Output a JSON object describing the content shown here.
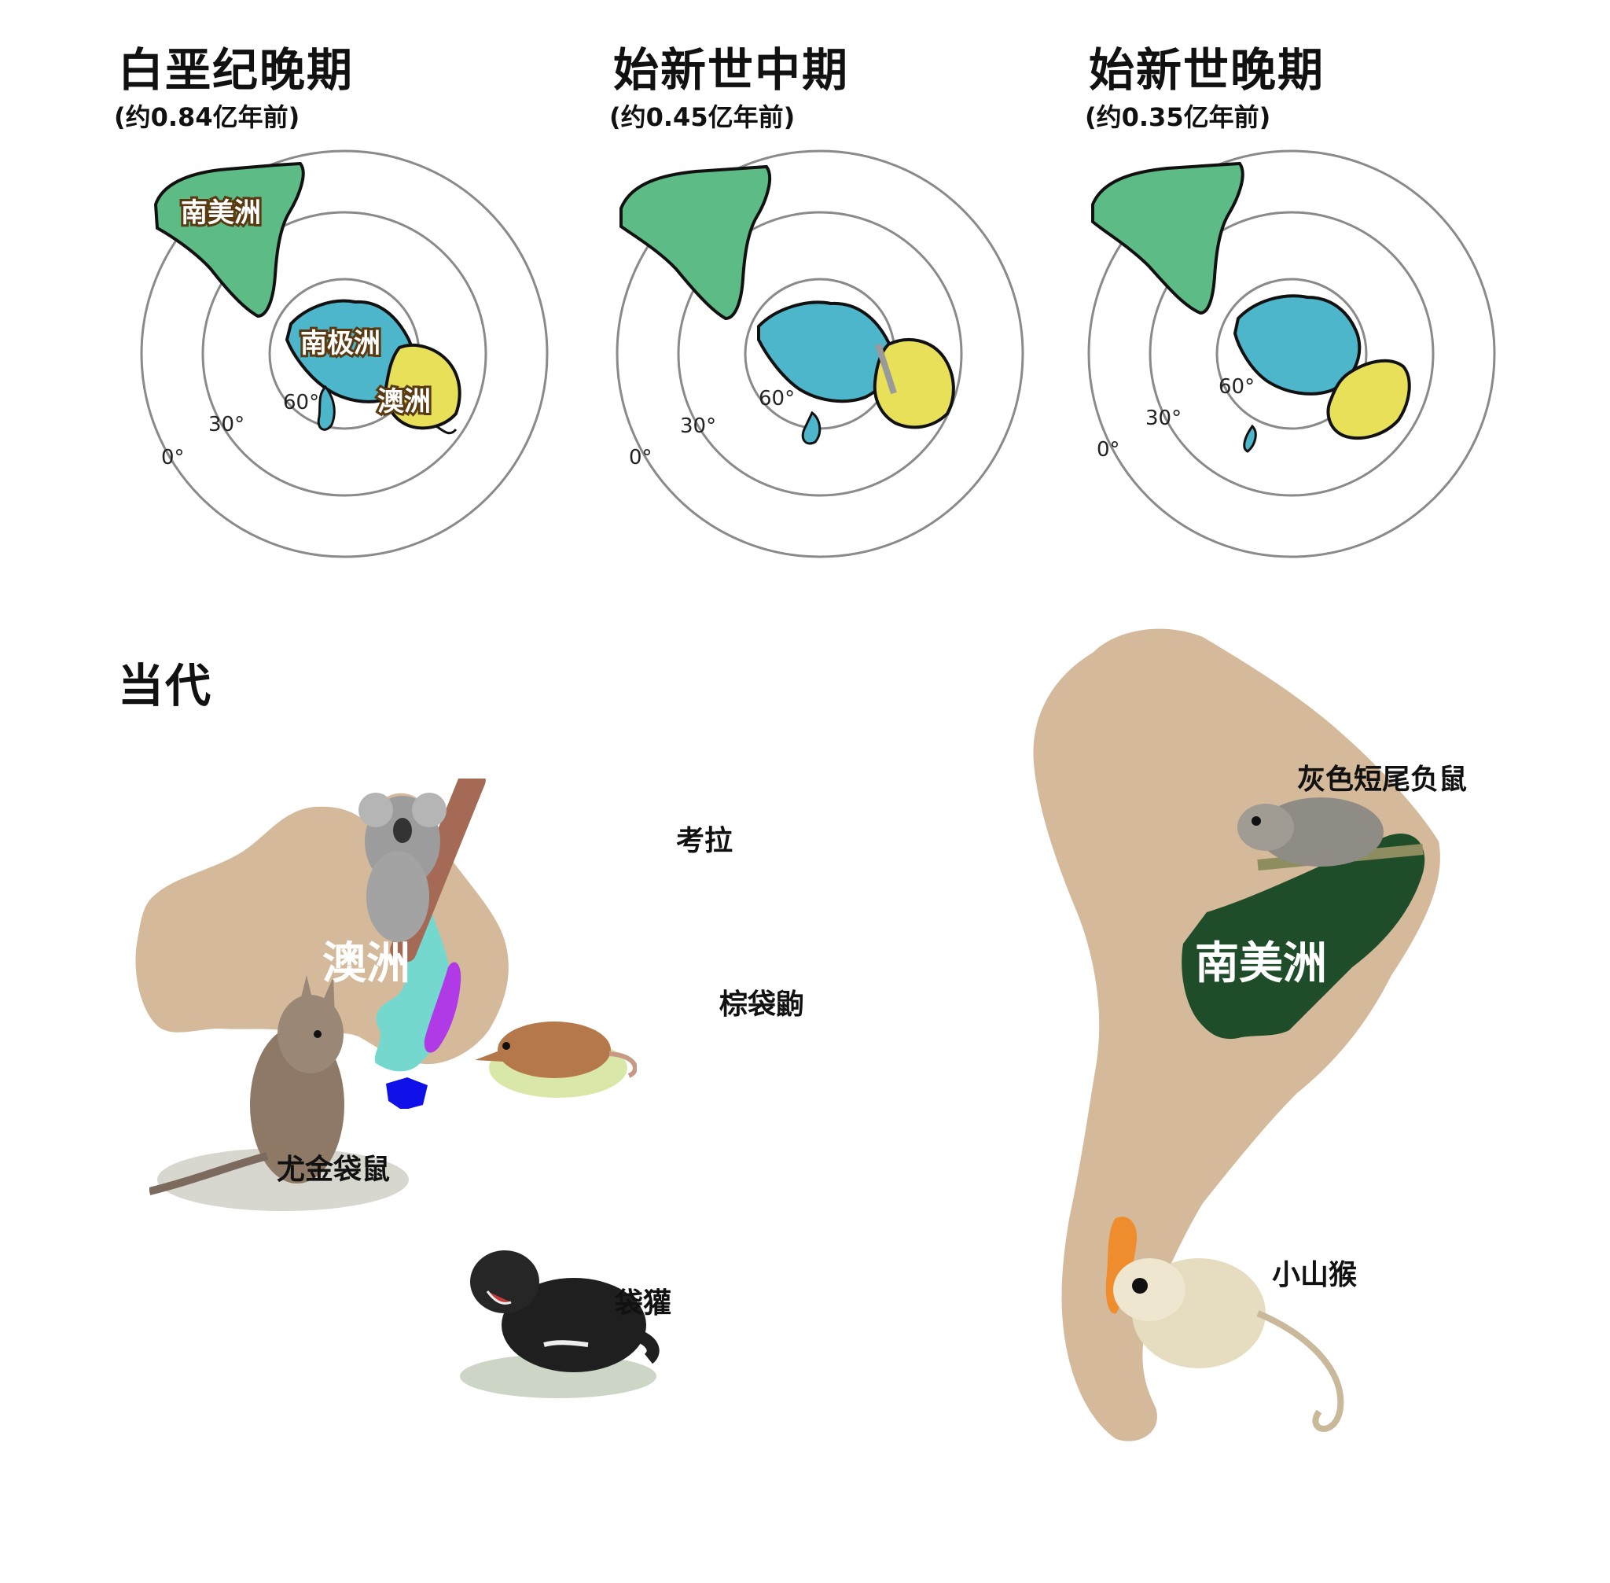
{
  "periods": [
    {
      "title": "白垩纪晚期",
      "subtitle": "(约0.84亿年前)"
    },
    {
      "title": "始新世中期",
      "subtitle": "(约0.45亿年前)"
    },
    {
      "title": "始新世晚期",
      "subtitle": "(约0.35亿年前)"
    }
  ],
  "latitudes": [
    "0°",
    "30°",
    "60°"
  ],
  "continent_labels": {
    "south_america": "南美洲",
    "antarctica": "南极洲",
    "australia": "澳洲"
  },
  "present": {
    "title": "当代",
    "australia_label": "澳洲",
    "south_america_label": "南美洲",
    "species": {
      "koala": "考拉",
      "antechinus": "棕袋鼩",
      "wallaby": "尤金袋鼠",
      "devil": "袋獾",
      "opossum": "灰色短尾负鼠",
      "monito": "小山猴"
    }
  },
  "colors": {
    "south_america": "#5dbb85",
    "antarctica": "#4db6ca",
    "australia": "#e9e05a",
    "land_present": "#d5b99b",
    "koala_range": "#74d8cf",
    "antechinus_range": "#b03be6",
    "devil_range": "#1010e8",
    "opossum_range": "#1f4d2a",
    "monito_range": "#ef8c2e"
  }
}
